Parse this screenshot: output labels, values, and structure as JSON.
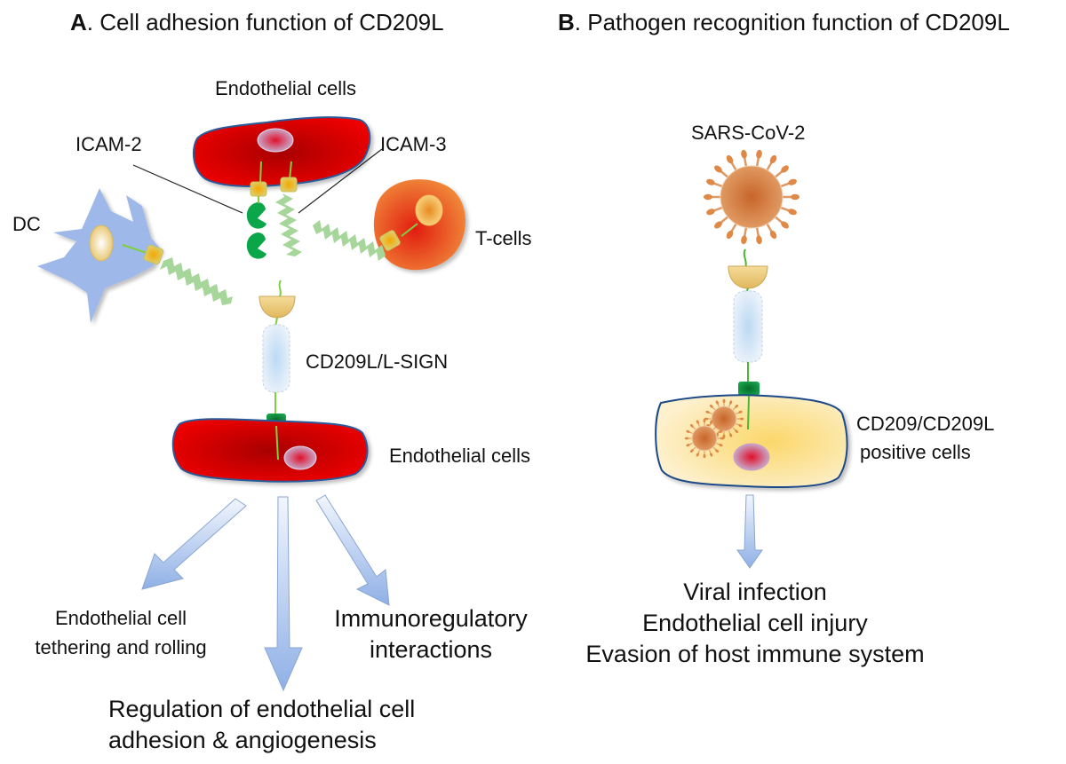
{
  "panel_a": {
    "title_letter": "A",
    "title_text": ". Cell adhesion function of CD209L",
    "labels": {
      "endothelial_top": "Endothelial cells",
      "icam2": "ICAM-2",
      "icam3": "ICAM-3",
      "dc": "DC",
      "tcells": "T-cells",
      "receptor": "CD209L/L-SIGN",
      "endothelial_bottom": "Endothelial cells"
    },
    "outcomes": {
      "left_line1": "Endothelial cell",
      "left_line2": "tethering and rolling",
      "center_line1": "Regulation of endothelial cell",
      "center_line2": "adhesion & angiogenesis",
      "right_line1": "Immunoregulatory",
      "right_line2": "interactions"
    }
  },
  "panel_b": {
    "title_letter": "B",
    "title_text": ". Pathogen recognition function of CD209L",
    "labels": {
      "virus": "SARS-CoV-2",
      "cell_line1": "CD209/CD209L",
      "cell_line2": "positive cells"
    },
    "outcomes": {
      "line1": "Viral infection",
      "line2": "Endothelial cell injury",
      "line3": "Evasion of host immune system"
    }
  },
  "colors": {
    "endothelial_red": "#e00000",
    "cell_outline": "#2a5a9a",
    "dc_blue": "#9fb8ea",
    "tcell_orange": "#e8762a",
    "icam_dark_green": "#0ca64a",
    "icam_light_green": "#a6d69a",
    "receptor_blue": "#d4e6f6",
    "crd_gold": "#e9c77a",
    "anchor_green": "#0b9a40",
    "host_cell_yellow": "#fde7a8",
    "virus_orange": "#d4783a",
    "arrow_blue": "#a9c2ea"
  }
}
